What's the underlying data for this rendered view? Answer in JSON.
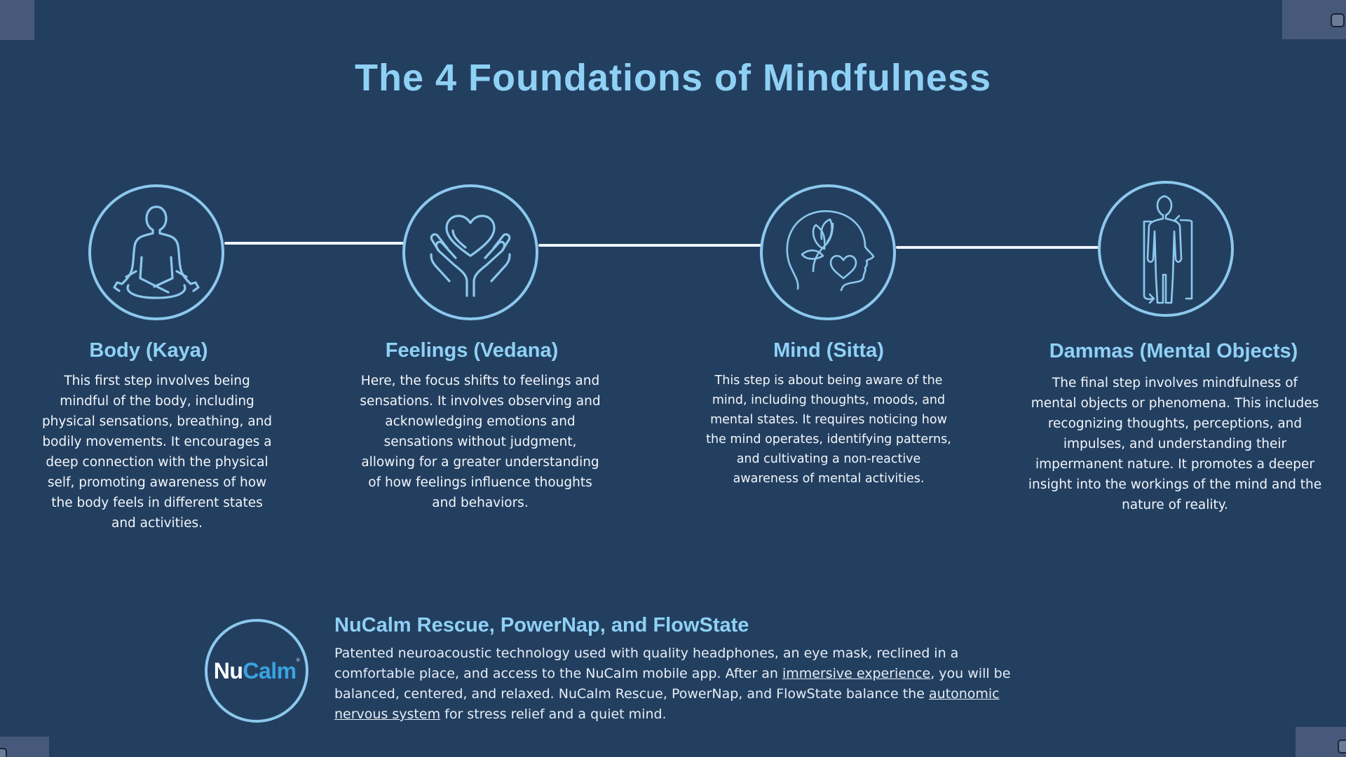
{
  "colors": {
    "background": "#233f60",
    "accent": "#8fd1f5",
    "icon_stroke": "#8cc8ec",
    "connector": "#eef5fb",
    "body_text": "#f2f6fa",
    "logo_calm": "#3aa3e0"
  },
  "title": "The 4 Foundations of Mindfulness",
  "foundations": [
    {
      "icon": "meditation-icon",
      "title": "Body (Kaya)",
      "text": "This first step involves being mindful of the body, including physical sensations, breathing, and bodily movements. It encourages a deep connection with the physical self, promoting awareness of how the body feels in different states and activities."
    },
    {
      "icon": "hands-heart-icon",
      "title": "Feelings (Vedana)",
      "text": "Here, the focus shifts to feelings and sensations. It involves observing and acknowledging emotions and sensations without judgment, allowing for a greater understanding of how feelings influence thoughts and behaviors."
    },
    {
      "icon": "head-leaves-heart-icon",
      "title": "Mind (Sitta)",
      "text": "This step is about being aware of the mind, including thoughts, moods, and mental states. It requires noticing how the mind operates, identifying patterns, and cultivating a non-reactive awareness of mental activities."
    },
    {
      "icon": "body-cycle-icon",
      "title": "Dammas (Mental Objects)",
      "text": "The final step involves mindfulness of mental objects or phenomena. This includes recognizing thoughts, perceptions, and impulses, and understanding their impermanent nature. It promotes a deeper insight into the workings of the mind and the nature of reality."
    }
  ],
  "promo": {
    "logo_nu": "Nu",
    "logo_calm": "Calm",
    "logo_reg": "®",
    "title": "NuCalm Rescue, PowerNap, and FlowState",
    "text_1": "Patented neuroacoustic technology used with quality headphones, an eye mask, reclined in a comfortable place, and access to the NuCalm mobile app. After an ",
    "link_1": "immersive experience",
    "text_2": ", you will be balanced, centered, and relaxed. NuCalm Rescue, PowerNap, and FlowState balance the ",
    "link_2": "autonomic nervous system",
    "text_3": " for stress relief and a quiet mind."
  }
}
